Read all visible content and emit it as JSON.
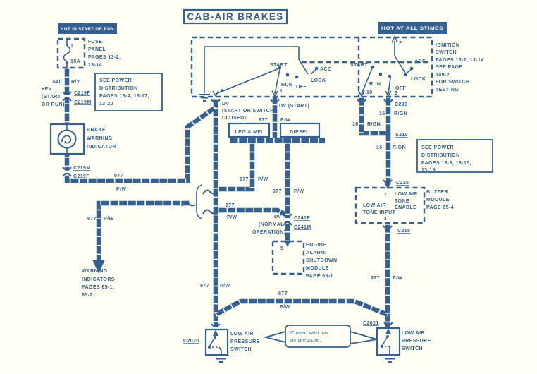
{
  "colors": {
    "blue": "#34618f",
    "background": "#fffff4",
    "banner_text": "#ffffff"
  },
  "title": "CAB-AIR BRAKES",
  "banners": {
    "left": "HOT IN START OR RUN",
    "right": "HOT AT ALL STIMES"
  },
  "fuse_panel": {
    "pin": "1",
    "rating": "10A",
    "lines": [
      "FUSE",
      "PANEL",
      "PAGES 13-2,",
      "13-14"
    ]
  },
  "power_note_left": {
    "lines": [
      "SEE POWER",
      "DISTRIBUTION",
      "PAGES 13-4, 13-17,",
      "13-20"
    ]
  },
  "power_note_right": {
    "lines": [
      "SEE POWER",
      "DISTRIBUTION",
      "PAGES 13-3, 13-15,",
      "13-19"
    ]
  },
  "ignition_note": {
    "lines": [
      "IGNITION",
      "SWITCH",
      "PAGES 13-2, 13-14",
      "SEE PAGE",
      "149-2",
      "FOR SWITCH",
      "TESTING"
    ]
  },
  "ev_label": {
    "lines": [
      "+EV",
      "(START",
      "OR RUN)"
    ]
  },
  "wire_labels": {
    "w640": {
      "num": "640",
      "color": "R/Y"
    },
    "pw": {
      "num": "977",
      "color": "P/W"
    },
    "rgn": {
      "num": "16",
      "color": "R/GN"
    }
  },
  "brake_warning": {
    "lines": [
      "BRAKE",
      "WARNING",
      "INDICATOR"
    ]
  },
  "warning_indicators": {
    "lines": [
      "WARNING",
      "INDICATORS",
      "PAGES 65-1,",
      "65-2"
    ]
  },
  "connectors": {
    "c219f": "C219F",
    "c219m": "C219M",
    "c290": "C290",
    "s210": "S210",
    "c215": "C215",
    "c241f": "C241F",
    "c241m": "C241M",
    "c2020": "C2020",
    "c2021": "C2021"
  },
  "switch_left": {
    "pin6": "6",
    "pin1": "1",
    "start": "START",
    "acc": "ACC",
    "lock": "LOCK",
    "run": "RUN",
    "off": "OFF"
  },
  "switch_right": {
    "pin2": "2",
    "pin10": "10",
    "pin3": "3",
    "start": "START",
    "acc": "ACC",
    "lock": "LOCK",
    "run": "RUN",
    "off": "OFF"
  },
  "dv_labels": {
    "closed": [
      "DV",
      "(START OR SWITCH",
      "CLOSED)"
    ],
    "start": "DV (START)",
    "normal": [
      "DV",
      "(NORMAL",
      "OPERATION)"
    ]
  },
  "engine_boxes": {
    "lpg": "LPG & MFI",
    "diesel": "DIESEL"
  },
  "engine_module": {
    "pin": "5",
    "lines": [
      "ENGINE",
      "ALARM/",
      "SHUTDOWN",
      "MODULE",
      "PAGE 65-1"
    ]
  },
  "buzzer_module": {
    "pin7": "7",
    "pin3": "3",
    "enable": [
      "LOW AIR",
      "TONE",
      "ENABLE"
    ],
    "input": [
      "LOW AIR",
      "TONE INPUT"
    ],
    "label": [
      "BUZZER",
      "MODULE",
      "PAGE 65-4"
    ]
  },
  "pressure_switch_left": {
    "lines": [
      "LOW AIR",
      "PRESSURE",
      "SWITCH"
    ]
  },
  "pressure_switch_right": {
    "lines": [
      "LOW AIR",
      "PRESSURE",
      "SWITCH"
    ]
  },
  "balloon": {
    "lines": [
      "Closed with low",
      "air pressure."
    ]
  }
}
